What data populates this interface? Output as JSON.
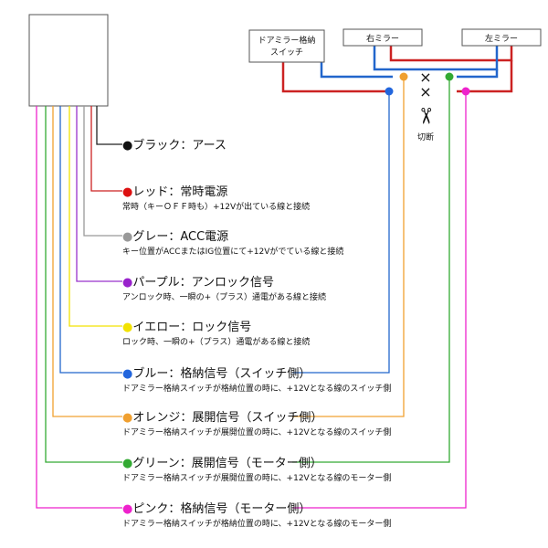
{
  "top_boxes": {
    "door_switch_line1": "ドアミラー格納",
    "door_switch_line2": "スイッチ",
    "right_mirror": "右ミラー",
    "left_mirror": "左ミラー"
  },
  "cut_label": "切断",
  "cross_marks": [
    "×",
    "×"
  ],
  "scissors": "✂",
  "wires": [
    {
      "title": "●ブラック：アース",
      "desc": "",
      "color": "#222222",
      "dot_color": "#111111"
    },
    {
      "title": "●レッド：常時電源",
      "desc": "常時（キーＯＦＦ時も）+12Vが出ている線と接続",
      "color": "#cc2222",
      "dot_color": "#dd1111"
    },
    {
      "title": "●グレー：ACC電源",
      "desc": "キー位置がACCまたはIG位置にて+12Vがでている線と接続",
      "color": "#999999",
      "dot_color": "#999999"
    },
    {
      "title": "●パープル：アンロック信号",
      "desc": "アンロック時、一瞬の+（プラス）通電がある線と接続",
      "color": "#9933cc",
      "dot_color": "#9922cc"
    },
    {
      "title": "●イエロー：ロック信号",
      "desc": "ロック時、一瞬の+（プラス）通電がある線と接続",
      "color": "#f2e200",
      "dot_color": "#f2e200"
    },
    {
      "title": "●ブルー：格納信号（スイッチ側）",
      "desc": "ドアミラー格納スイッチが格納位置の時に、+12Vとなる線のスイッチ側",
      "color": "#2266cc",
      "dot_color": "#2266dd"
    },
    {
      "title": "●オレンジ：展開信号（スイッチ側）",
      "desc": "ドアミラー格納スイッチが展開位置の時に、+12Vとなる線のスイッチ側",
      "color": "#f0a030",
      "dot_color": "#f0a030"
    },
    {
      "title": "●グリーン：展開信号（モーター側）",
      "desc": "ドアミラー格納スイッチが展開位置の時に、+12Vとなる線のモーター側",
      "color": "#33aa33",
      "dot_color": "#33aa33"
    },
    {
      "title": "●ピンク：格納信号（モーター側）",
      "desc": "ドアミラー格納スイッチが格納位置の時に、+12Vとなる線のモーター側",
      "color": "#ee22cc",
      "dot_color": "#ee22cc"
    }
  ]
}
